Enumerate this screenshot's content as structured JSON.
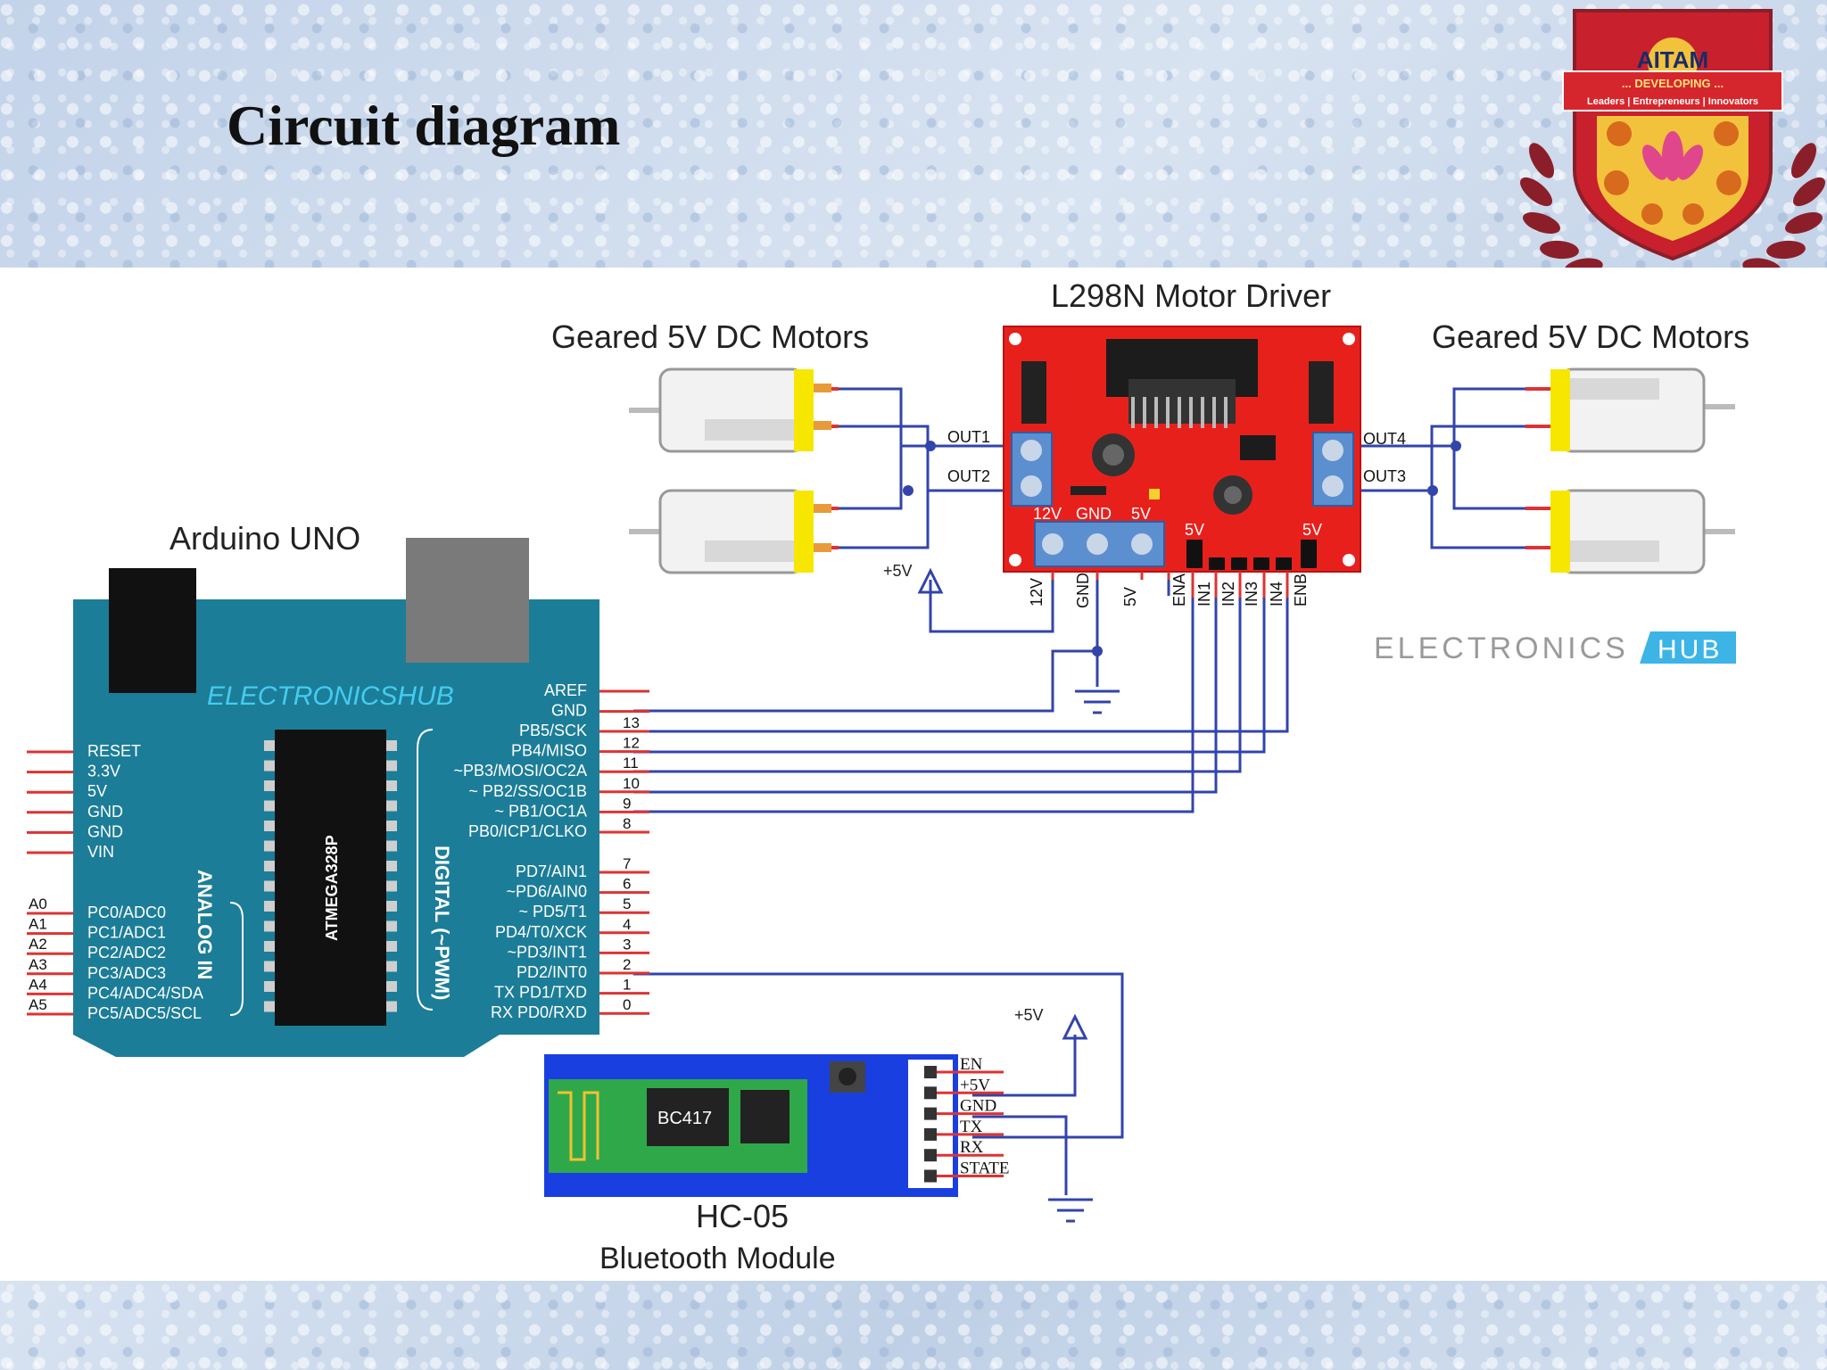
{
  "slide": {
    "title": "Circuit diagram"
  },
  "logo": {
    "name": "AITAM",
    "motto": "... DEVELOPING ...",
    "tagline": "Leaders | Entrepreneurs | Innovators"
  },
  "motor_driver": {
    "title": "L298N Motor Driver",
    "out_labels": [
      "OUT1",
      "OUT2",
      "OUT4",
      "OUT3"
    ],
    "terminal_labels": [
      "12V",
      "GND",
      "5V"
    ],
    "jumper_labels": [
      "5V",
      "5V"
    ],
    "pin_labels": [
      "12V",
      "GND",
      "5V",
      "ENA",
      "IN1",
      "IN2",
      "IN3",
      "IN4",
      "ENB"
    ]
  },
  "motors": {
    "left_label": "Geared 5V DC Motors",
    "right_label": "Geared 5V DC Motors"
  },
  "supply": {
    "vcc_label_driver": "+5V",
    "vcc_label_bt": "+5V"
  },
  "brand": {
    "part1": "ELECTRONICS",
    "part2": "HUB"
  },
  "arduino": {
    "title": "Arduino UNO",
    "brand": "ELECTRONICSHUB",
    "chip": "ATMEGA328P",
    "analog_group": "ANALOG IN",
    "digital_group": "DIGITAL (~PWM)",
    "left_power_pins": [
      "RESET",
      "3.3V",
      "5V",
      "GND",
      "GND",
      "VIN"
    ],
    "analog_pins": [
      "PC0/ADC0",
      "PC1/ADC1",
      "PC2/ADC2",
      "PC3/ADC3",
      "PC4/ADC4/SDA",
      "PC5/ADC5/SCL"
    ],
    "analog_numbers": [
      "A0",
      "A1",
      "A2",
      "A3",
      "A4",
      "A5"
    ],
    "right_top_pins": [
      "AREF",
      "GND"
    ],
    "digital_pins_high": [
      "PB5/SCK",
      "PB4/MISO",
      "~PB3/MOSI/OC2A",
      "~ PB2/SS/OC1B",
      "~ PB1/OC1A",
      "PB0/ICP1/CLKO"
    ],
    "digital_numbers_high": [
      "13",
      "12",
      "11",
      "10",
      "9",
      "8"
    ],
    "digital_pins_low": [
      "PD7/AIN1",
      "~PD6/AIN0",
      "~  PD5/T1",
      "PD4/T0/XCK",
      "~PD3/INT1",
      "PD2/INT0",
      "TX  PD1/TXD",
      "RX  PD0/RXD"
    ],
    "digital_numbers_low": [
      "7",
      "6",
      "5",
      "4",
      "3",
      "2",
      "1",
      "0"
    ]
  },
  "bluetooth": {
    "title": "HC-05",
    "subtitle": "Bluetooth Module",
    "chip": "BC417",
    "pins": [
      "EN",
      "+5V",
      "GND",
      "TX",
      "RX",
      "STATE"
    ]
  }
}
